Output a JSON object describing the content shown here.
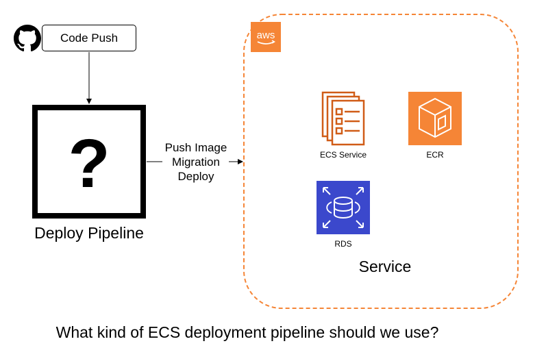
{
  "diagram": {
    "source": {
      "icon": "github-icon",
      "label": "Code Push"
    },
    "pipeline": {
      "icon": "question-mark-icon",
      "symbol": "?",
      "label": "Deploy Pipeline"
    },
    "edge_label": {
      "line1": "Push Image",
      "line2": "Migration",
      "line3": "Deploy"
    },
    "aws_group": {
      "icon": "aws-logo-icon",
      "logo_text": "aws",
      "title": "Service",
      "border_color": "#f58536",
      "services": [
        {
          "label": "ECS Service",
          "icon": "ecs-service-icon",
          "color": "#d05c17"
        },
        {
          "label": "ECR",
          "icon": "ecr-icon",
          "color": "#f58536"
        },
        {
          "label": "RDS",
          "icon": "rds-icon",
          "color": "#3b48cc"
        }
      ]
    },
    "caption": "What kind of ECS deployment pipeline should we use?"
  }
}
